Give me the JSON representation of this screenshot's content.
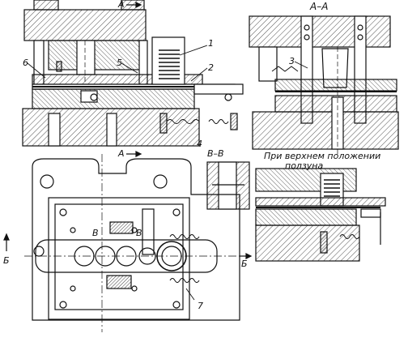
{
  "drawing": {
    "section_aa_title": "А–А",
    "section_bb_title": "В–В",
    "note_line1": "При верхнем положении",
    "note_line2": "ползуна",
    "cut_marks": {
      "a_top": "А",
      "a_bottom": "А",
      "b_left": "Б",
      "b_right": "Б",
      "v_left": "В",
      "v_right": "В"
    },
    "callouts": {
      "c1": "1",
      "c2": "2",
      "c3": "3",
      "c4": "4",
      "c5": "5",
      "c6": "6",
      "c7": "7"
    }
  }
}
